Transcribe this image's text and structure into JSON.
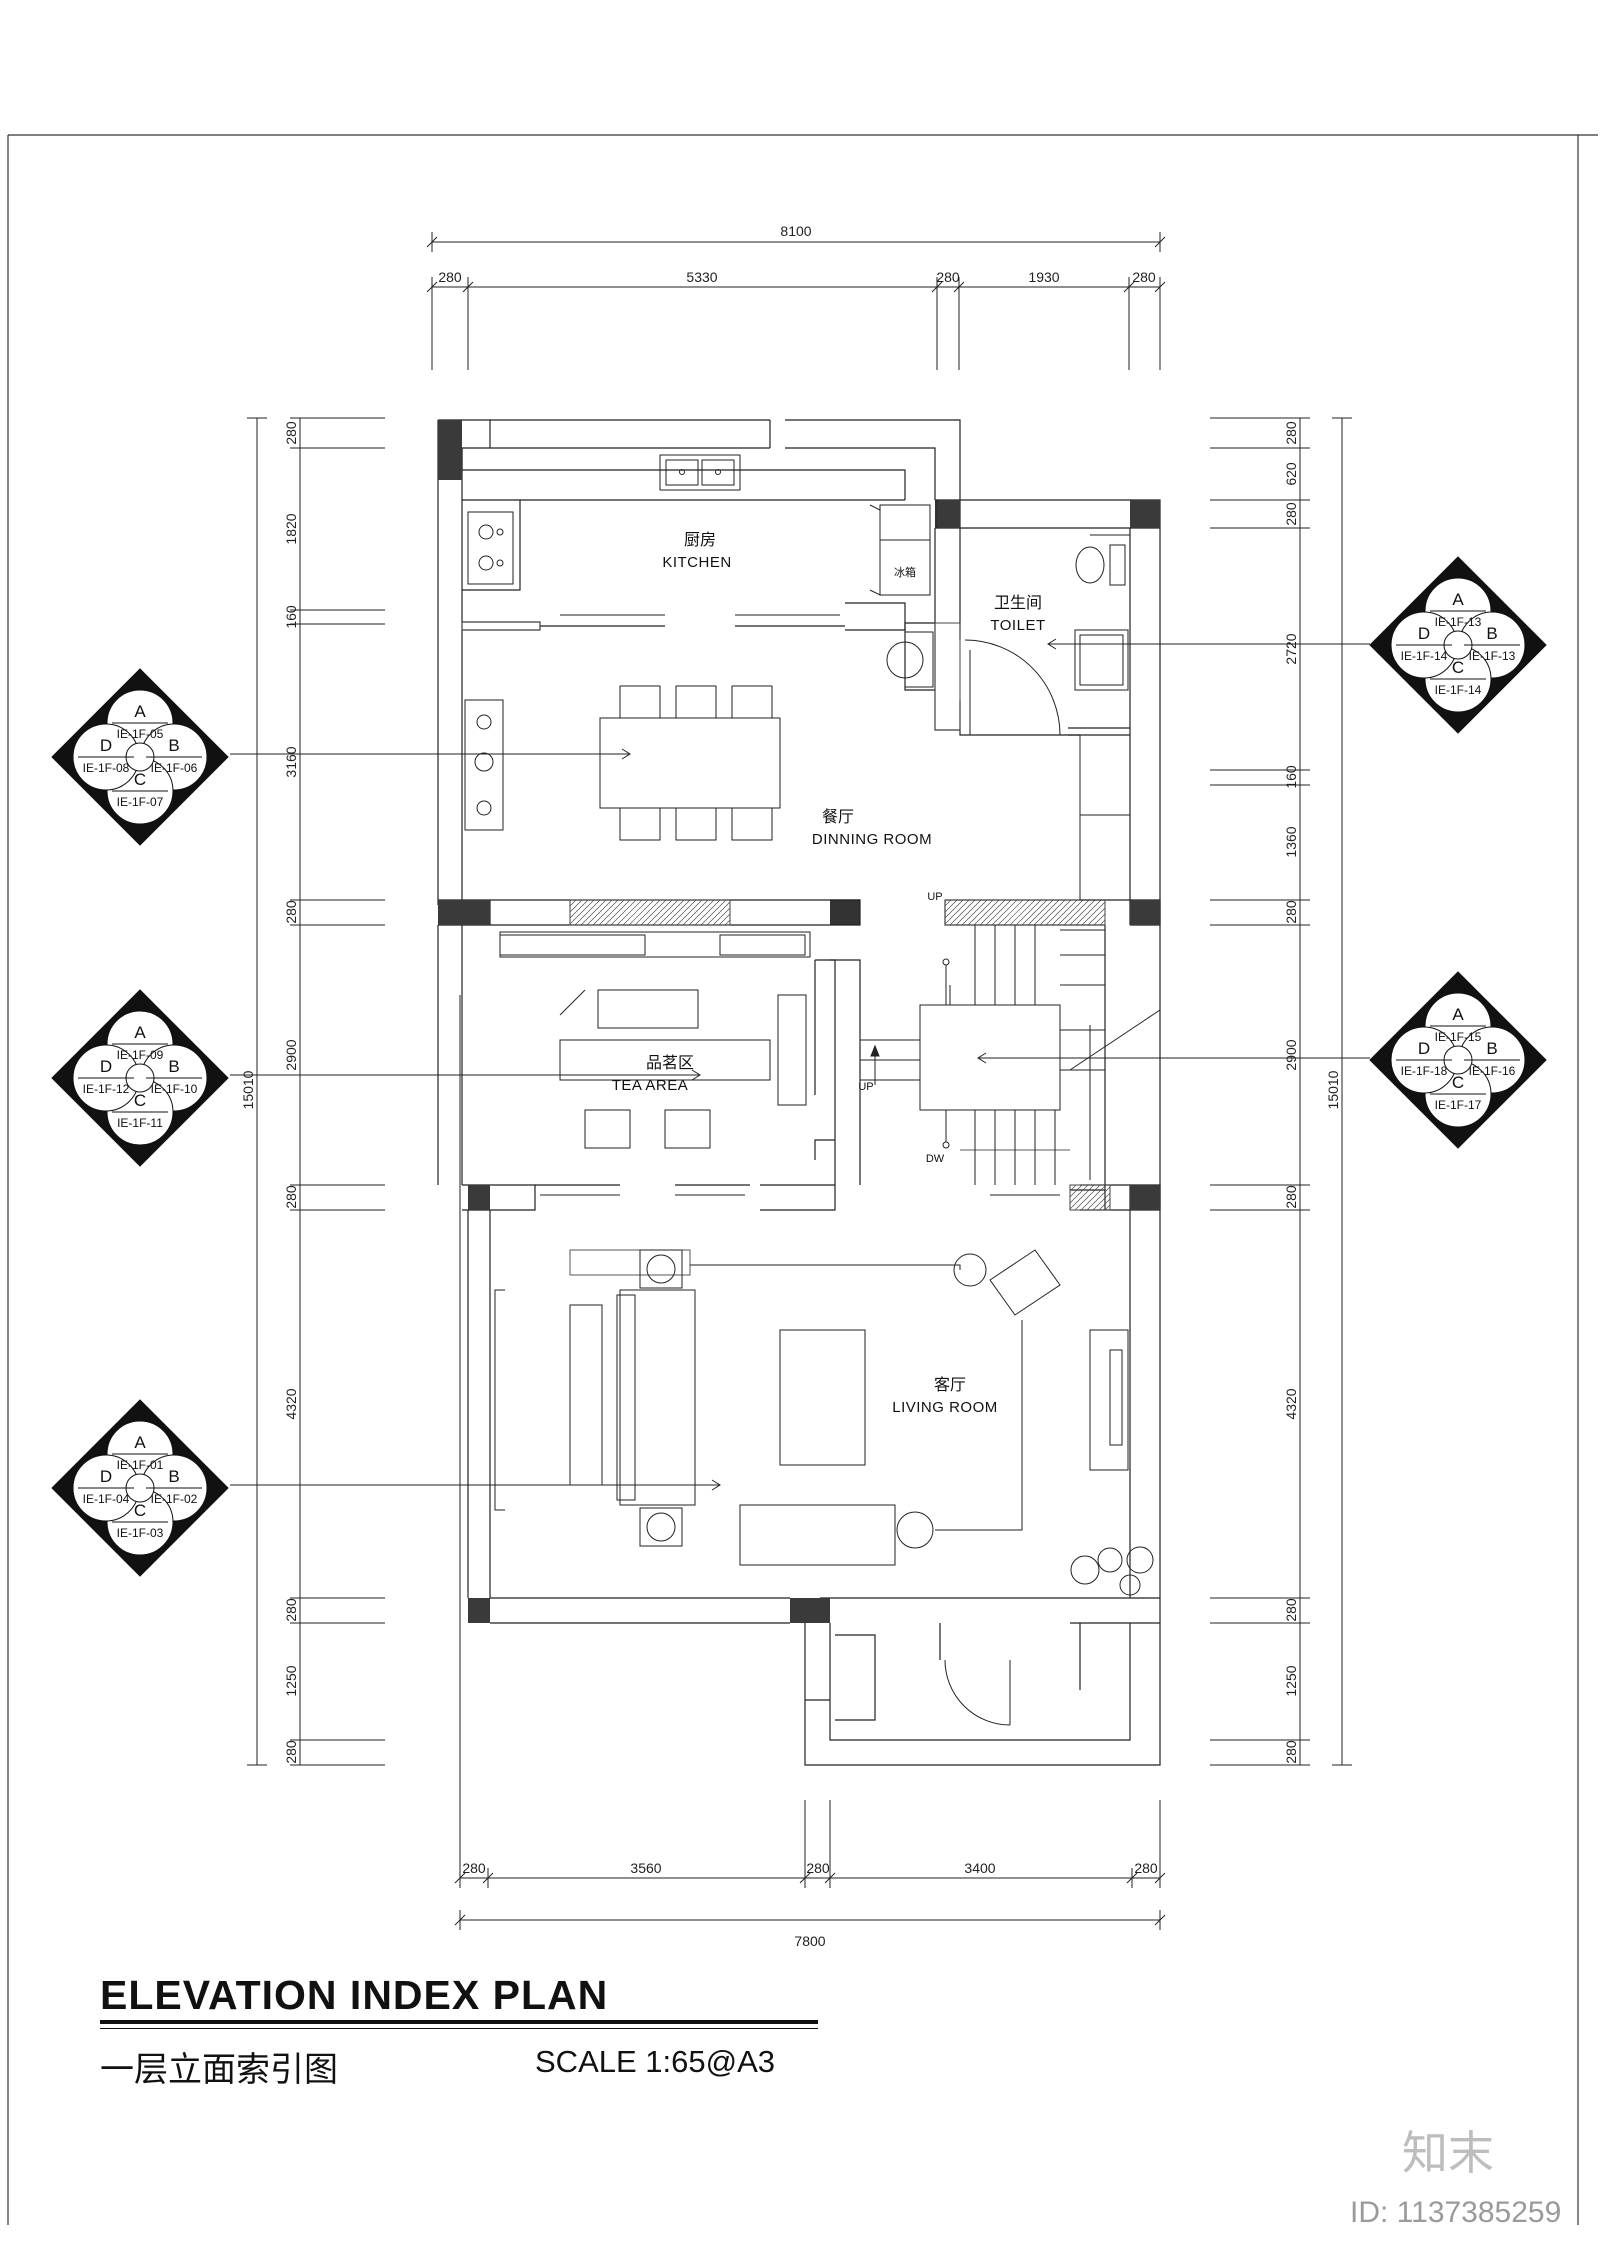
{
  "dimensions": {
    "top_total": "8100",
    "top_segments": [
      "280",
      "5330",
      "280",
      "1930",
      "280"
    ],
    "bottom_total": "7800",
    "bottom_segments": [
      "280",
      "3560",
      "280",
      "3400",
      "280"
    ],
    "left_total": "15010",
    "left_segments": [
      "280",
      "1820",
      "160",
      "3160",
      "280",
      "2900",
      "280",
      "4320",
      "280",
      "1250",
      "280"
    ],
    "right_total": "15010",
    "right_segments": [
      "280",
      "620",
      "280",
      "2720",
      "160",
      "1360",
      "280",
      "2900",
      "280",
      "4320",
      "280",
      "1250",
      "280"
    ]
  },
  "rooms": {
    "kitchen": {
      "cn": "厨房",
      "en": "KITCHEN"
    },
    "toilet": {
      "cn": "卫生间",
      "en": "TOILET"
    },
    "dining": {
      "cn": "餐厅",
      "en": "DINNING ROOM"
    },
    "tea": {
      "cn": "品茗区",
      "en": "TEA AREA"
    },
    "living": {
      "cn": "客厅",
      "en": "LIVING ROOM"
    }
  },
  "notes": {
    "fridge": "冰箱",
    "stair_up_1": "UP",
    "stair_up_2": "UP",
    "stair_down": "DW"
  },
  "elevation_tags": [
    {
      "letters": [
        "A",
        "B",
        "C",
        "D"
      ],
      "refs": [
        "IE-1F-05",
        "IE-1F-06",
        "IE-1F-07",
        "IE-1F-08"
      ]
    },
    {
      "letters": [
        "A",
        "B",
        "C",
        "D"
      ],
      "refs": [
        "IE-1F-09",
        "IE-1F-10",
        "IE-1F-11",
        "IE-1F-12"
      ]
    },
    {
      "letters": [
        "A",
        "B",
        "C",
        "D"
      ],
      "refs": [
        "IE-1F-01",
        "IE-1F-02",
        "IE-1F-03",
        "IE-1F-04"
      ]
    },
    {
      "letters": [
        "A",
        "B",
        "C",
        "D"
      ],
      "refs": [
        "IE-1F-13",
        "IE-1F-13",
        "IE-1F-14",
        "IE-1F-14"
      ]
    },
    {
      "letters": [
        "A",
        "B",
        "C",
        "D"
      ],
      "refs": [
        "IE-1F-15",
        "IE-1F-16",
        "IE-1F-17",
        "IE-1F-18"
      ]
    }
  ],
  "title": {
    "main": "ELEVATION INDEX PLAN",
    "sub": "一层立面索引图",
    "scale": "SCALE  1:65@A3"
  },
  "watermark": {
    "logo": "知末",
    "id": "ID: 1137385259"
  }
}
